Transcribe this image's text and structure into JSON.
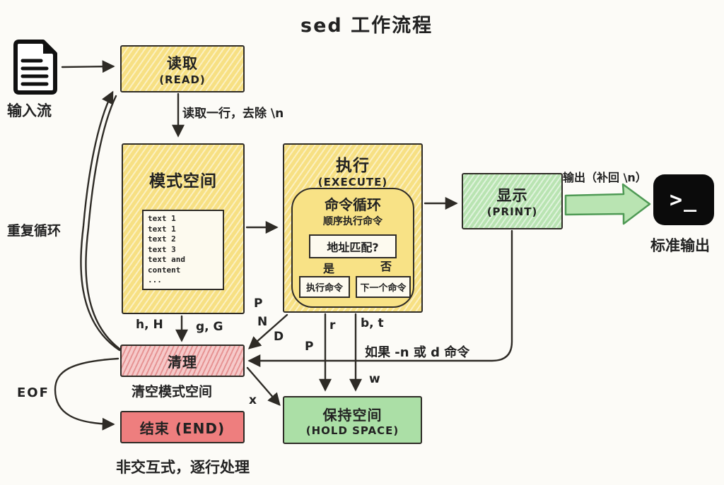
{
  "title": "sed 工作流程",
  "colors": {
    "box_yellow": "#f7e083",
    "box_green": "#b9e4b2",
    "box_pink": "#f6caca",
    "box_red": "#ee7e7e",
    "arrow_green_fill": "#b9e4b2",
    "arrow_green_stroke": "#4f9a55",
    "ink": "#2e2b26",
    "background": "#fcfbf7"
  },
  "nodes": {
    "input_stream": {
      "label": "输入流",
      "icon": "document-icon"
    },
    "read": {
      "title": "读取",
      "subtitle": "(READ)"
    },
    "pattern_space": {
      "title": "模式空间",
      "buffer_lines": [
        "text 1",
        "text 1",
        "text 2",
        "text 3",
        "text and content",
        "..."
      ]
    },
    "execute": {
      "title": "执行",
      "subtitle": "(EXECUTE)",
      "command_loop": {
        "title": "命令循环",
        "subtitle": "顺序执行命令",
        "decision": "地址匹配?",
        "yes_label": "是",
        "no_label": "否",
        "yes_box": "执行命令",
        "no_box": "下一个命令"
      }
    },
    "print": {
      "title": "显示",
      "subtitle": "(PRINT)"
    },
    "stdout": {
      "label": "标准输出",
      "icon": "terminal-icon",
      "prompt": ">_"
    },
    "cleanup": {
      "title": "清理",
      "caption": "清空模式空间"
    },
    "end": {
      "title": "结束 (END)"
    },
    "hold_space": {
      "title": "保持空间",
      "subtitle": "(HOLD SPACE)"
    }
  },
  "edge_labels": {
    "read_line": "读取一行，去除 \\n",
    "repeat_loop": "重复循环",
    "h_H": "h, H",
    "g_G": "g, G",
    "P_stack": "P",
    "N_stack": "N",
    "D_stack": "D",
    "P_line": "P",
    "r": "r",
    "b_t": "b, t",
    "if_n_or_d": "如果 -n 或 d 命令",
    "w": "w",
    "x": "x",
    "eof": "EOF",
    "output": "输出（补回 \\n）"
  },
  "footer": "非交互式，逐行处理"
}
